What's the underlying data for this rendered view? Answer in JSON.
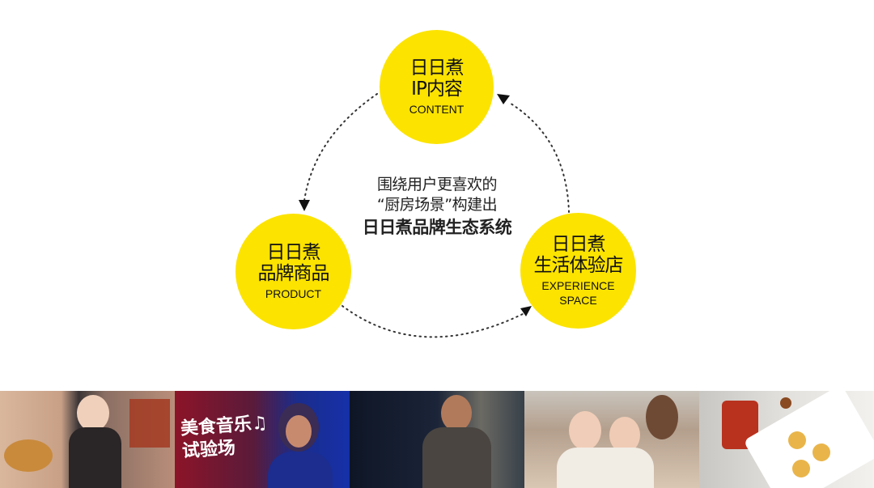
{
  "colors": {
    "circle_fill": "#FCE300",
    "text": "#111111",
    "dots": "#333333"
  },
  "nodes": [
    {
      "id": "content",
      "line1": "日日煮",
      "line2": "IP内容",
      "en": [
        "CONTENT"
      ]
    },
    {
      "id": "product",
      "line1": "日日煮",
      "line2": "品牌商品",
      "en": [
        "PRODUCT"
      ]
    },
    {
      "id": "experience",
      "line1": "日日煮",
      "line2": "生活体验店",
      "en": [
        "EXPERIENCE",
        "SPACE"
      ]
    }
  ],
  "center": {
    "line1": "围绕用户更喜欢的",
    "line2": "“厨房场景”构建出",
    "line3": "日日煮品牌生态系统"
  },
  "photos": [
    {
      "name": "roast-chicken-poster"
    },
    {
      "name": "food-music-lab-poster",
      "title": "美食音乐♫试验场"
    },
    {
      "name": "chef-kitchen-poster"
    },
    {
      "name": "experience-store-photo"
    },
    {
      "name": "product-egg-tarts-photo"
    }
  ]
}
